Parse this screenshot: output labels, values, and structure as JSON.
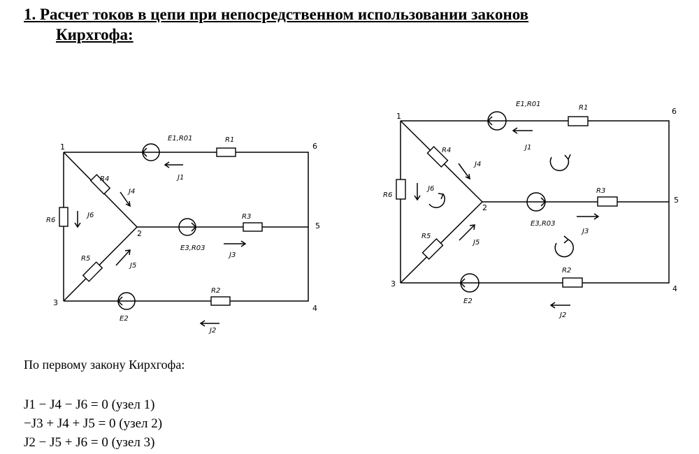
{
  "heading": {
    "line1": "1. Расчет токов в цепи при непосредственном использовании законов",
    "line2": "Кирхгофа:"
  },
  "diagram_left": {
    "nodes": [
      "1",
      "2",
      "3",
      "4",
      "5",
      "6"
    ],
    "labels": {
      "e1": "E1,R01",
      "r1": "R1",
      "j1": "J1",
      "r4": "R4",
      "j4": "J4",
      "r6": "R6",
      "j6": "J6",
      "r3": "R3",
      "e3": "E3,R03",
      "j3": "J3",
      "r5": "R5",
      "j5": "J5",
      "e2": "E2",
      "r2": "R2",
      "j2": "J2"
    }
  },
  "diagram_right": {
    "nodes": [
      "1",
      "2",
      "3",
      "4",
      "5",
      "6"
    ],
    "labels": {
      "e1": "E1,R01",
      "r1": "R1",
      "j1": "J1",
      "r4": "R4",
      "j4": "J4",
      "r6": "R6",
      "j6": "J6",
      "r3": "R3",
      "e3": "E3,R03",
      "j3": "J3",
      "r5": "R5",
      "j5": "J5",
      "e2": "E2",
      "r2": "R2",
      "j2": "J2"
    }
  },
  "law_text": "По первому закону Кирхгофа:",
  "equations": [
    "J1 − J4 − J6 = 0 (узел 1)",
    "−J3 + J4 + J5 = 0 (узел 2)",
    "J2 − J5 + J6 = 0 (узел 3)"
  ]
}
